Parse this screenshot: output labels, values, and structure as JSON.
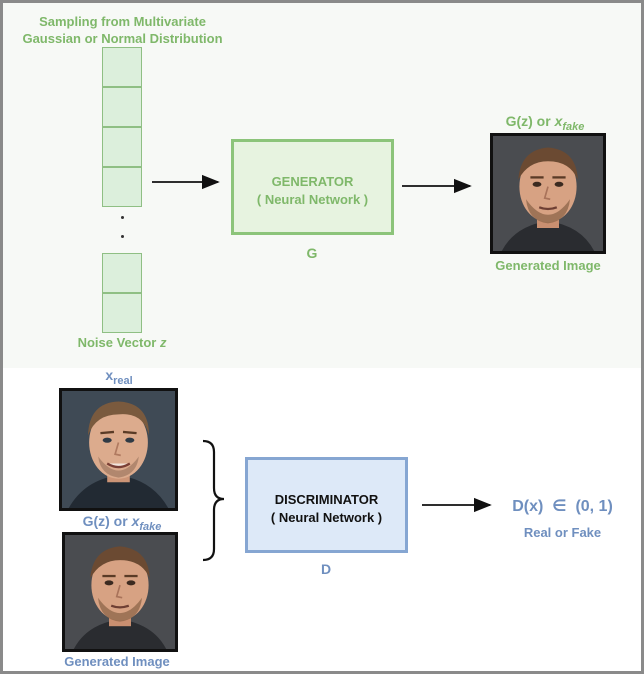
{
  "generator_section": {
    "title_line1": "Sampling from Multivariate",
    "title_line2": "Gaussian or Normal Distribution",
    "noise_label": "Noise Vector ",
    "noise_symbol": "z",
    "generator_title": "GENERATOR",
    "generator_subtitle": "( Neural Network )",
    "generator_letter": "G",
    "output_label_prefix": "G(z) or ",
    "output_label_x": "x",
    "output_label_sub": "fake",
    "output_caption": "Generated Image"
  },
  "discriminator_section": {
    "real_label_x": "x",
    "real_label_sub": "real",
    "fake_label_prefix": "G(z) or ",
    "fake_label_x": "x",
    "fake_label_sub": "fake",
    "fake_caption": "Generated Image",
    "discriminator_title": "DISCRIMINATOR",
    "discriminator_subtitle": "( Neural Network )",
    "discriminator_letter": "D",
    "output_formula": "D(x)  ∈  (0, 1)",
    "output_caption": "Real or Fake"
  },
  "colors": {
    "green_text": "#7fb86a",
    "blue_text": "#6f8fbf",
    "generator_fill": "#e7f3e0",
    "discriminator_fill": "#dde9f8"
  }
}
